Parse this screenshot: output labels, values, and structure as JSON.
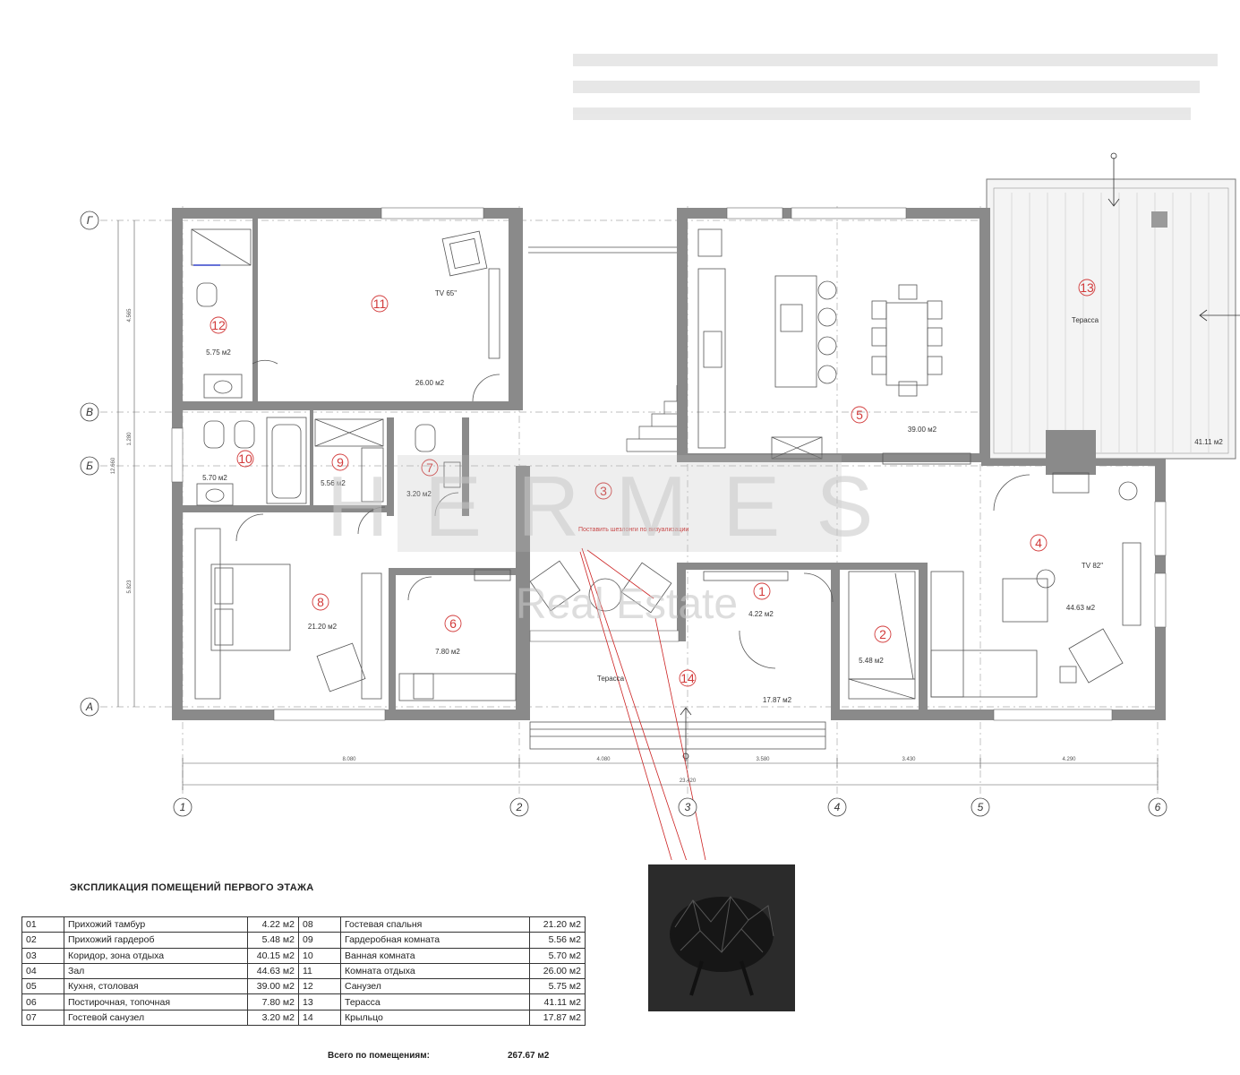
{
  "rooms": [
    {
      "num": "1",
      "area": "4.22 м2"
    },
    {
      "num": "2",
      "area": "5.48 м2"
    },
    {
      "num": "3",
      "area": ""
    },
    {
      "num": "4",
      "area": "44.63 м2"
    },
    {
      "num": "5",
      "area": "39.00 м2"
    },
    {
      "num": "6",
      "area": "7.80 м2"
    },
    {
      "num": "7",
      "area": "3.20 м2"
    },
    {
      "num": "8",
      "area": "21.20 м2"
    },
    {
      "num": "9",
      "area": "5.56 м2"
    },
    {
      "num": "10",
      "area": "5.70 м2"
    },
    {
      "num": "11",
      "area": "26.00 м2"
    },
    {
      "num": "12",
      "area": "5.75 м2"
    },
    {
      "num": "13",
      "area": "41.11 м2"
    },
    {
      "num": "14",
      "area": "17.87 м2"
    }
  ],
  "plan_labels": {
    "terrace_top": "Терасса",
    "terrace_bottom": "Терасса",
    "tv_1": "TV 65\"",
    "tv_2": "TV 82\"",
    "note": "Поставить шезлонги по визуализации"
  },
  "axes": {
    "rows": [
      "Г",
      "В",
      "Б",
      "А"
    ],
    "cols": [
      "1",
      "2",
      "3",
      "4",
      "5",
      "6"
    ]
  },
  "dimensions": {
    "bottom": [
      "8.080",
      "4.080",
      "3.580",
      "3.430",
      "4.290"
    ],
    "total": "23.420",
    "left": [
      "4.565",
      "1.280",
      "5.823"
    ],
    "left_total": "12.660"
  },
  "watermark": {
    "line1": "HERMES",
    "line2": "Real Estate"
  },
  "legend": {
    "title": "ЭКСПЛИКАЦИЯ ПОМЕЩЕНИЙ ПЕРВОГО ЭТАЖА",
    "rows": [
      {
        "n1": "01",
        "name1": "Прихожий тамбур",
        "v1": "4.22 м2",
        "n2": "08",
        "name2": "Гостевая спальня",
        "v2": "21.20 м2"
      },
      {
        "n1": "02",
        "name1": "Прихожий гардероб",
        "v1": "5.48 м2",
        "n2": "09",
        "name2": "Гардеробная комната",
        "v2": "5.56 м2"
      },
      {
        "n1": "03",
        "name1": "Коридор, зона отдыха",
        "v1": "40.15 м2",
        "n2": "10",
        "name2": "Ванная комната",
        "v2": "5.70 м2"
      },
      {
        "n1": "04",
        "name1": "Зал",
        "v1": "44.63 м2",
        "n2": "11",
        "name2": "Комната отдыха",
        "v2": "26.00 м2"
      },
      {
        "n1": "05",
        "name1": "Кухня, столовая",
        "v1": "39.00 м2",
        "n2": "12",
        "name2": "Санузел",
        "v2": "5.75 м2"
      },
      {
        "n1": "06",
        "name1": "Постирочная, топочная",
        "v1": "7.80 м2",
        "n2": "13",
        "name2": "Терасса",
        "v2": "41.11 м2"
      },
      {
        "n1": "07",
        "name1": "Гостевой санузел",
        "v1": "3.20 м2",
        "n2": "14",
        "name2": "Крыльцо",
        "v2": "17.87 м2"
      }
    ],
    "total_label": "Всего по помещениям:",
    "total_value": "267.67 м2"
  },
  "colors": {
    "wall": "#8a8a8a",
    "room_number": "#d23a3a",
    "note_line": "#cc2222"
  }
}
